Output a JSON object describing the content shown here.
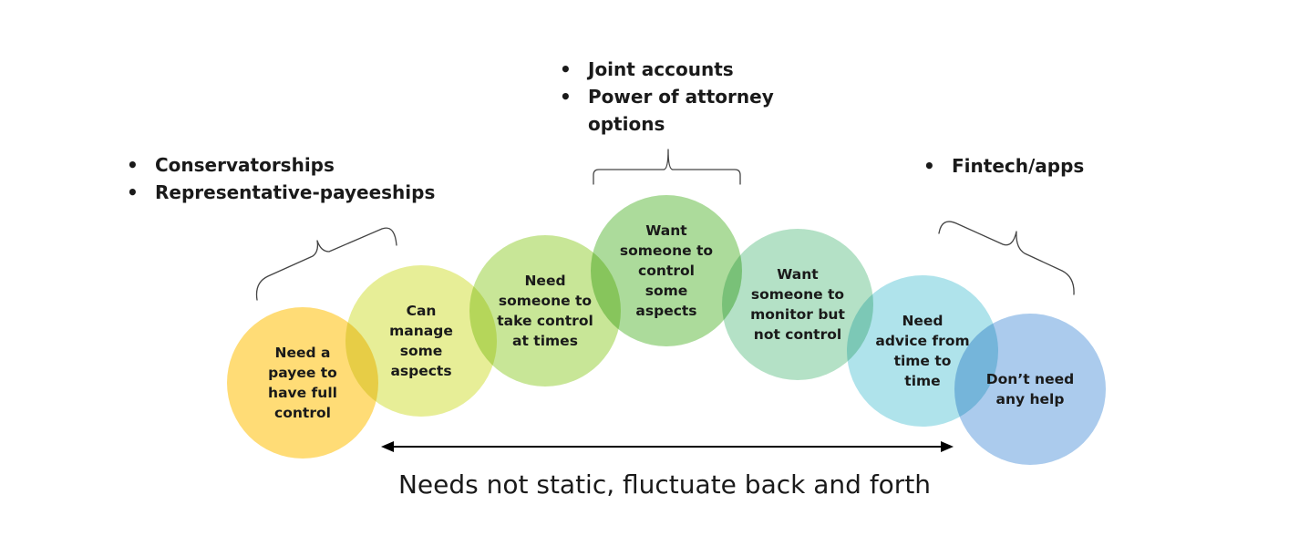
{
  "circles": [
    {
      "label": "Need a\npayee to\nhave full\ncontrol",
      "color": "#ffd24f"
    },
    {
      "label": "Can\nmanage\nsome\naspects",
      "color": "#e1e97a"
    },
    {
      "label": "Need\nsomeone to\ntake control\nat times",
      "color": "#b9df7a"
    },
    {
      "label": "Want\nsomeone to\ncontrol\nsome\naspects",
      "color": "#95d17f"
    },
    {
      "label": "Want\nsomeone to\nmonitor but\nnot control",
      "color": "#9fd9b6"
    },
    {
      "label": "Need\nadvice from\ntime to\ntime",
      "color": "#98dbe6"
    },
    {
      "label": "Don’t need\nany help",
      "color": "#93bde8"
    }
  ],
  "groups": {
    "left": {
      "items": [
        "Conservatorships",
        "Representative-payeeships"
      ]
    },
    "middle": {
      "items": [
        "Joint accounts",
        "Power of attorney\noptions"
      ]
    },
    "right": {
      "items": [
        "Fintech/apps"
      ]
    }
  },
  "caption": "Needs not static, fluctuate back and forth",
  "colors": {
    "text": "#1a1a1a",
    "bracket": "#444444",
    "arrow": "#000000"
  }
}
